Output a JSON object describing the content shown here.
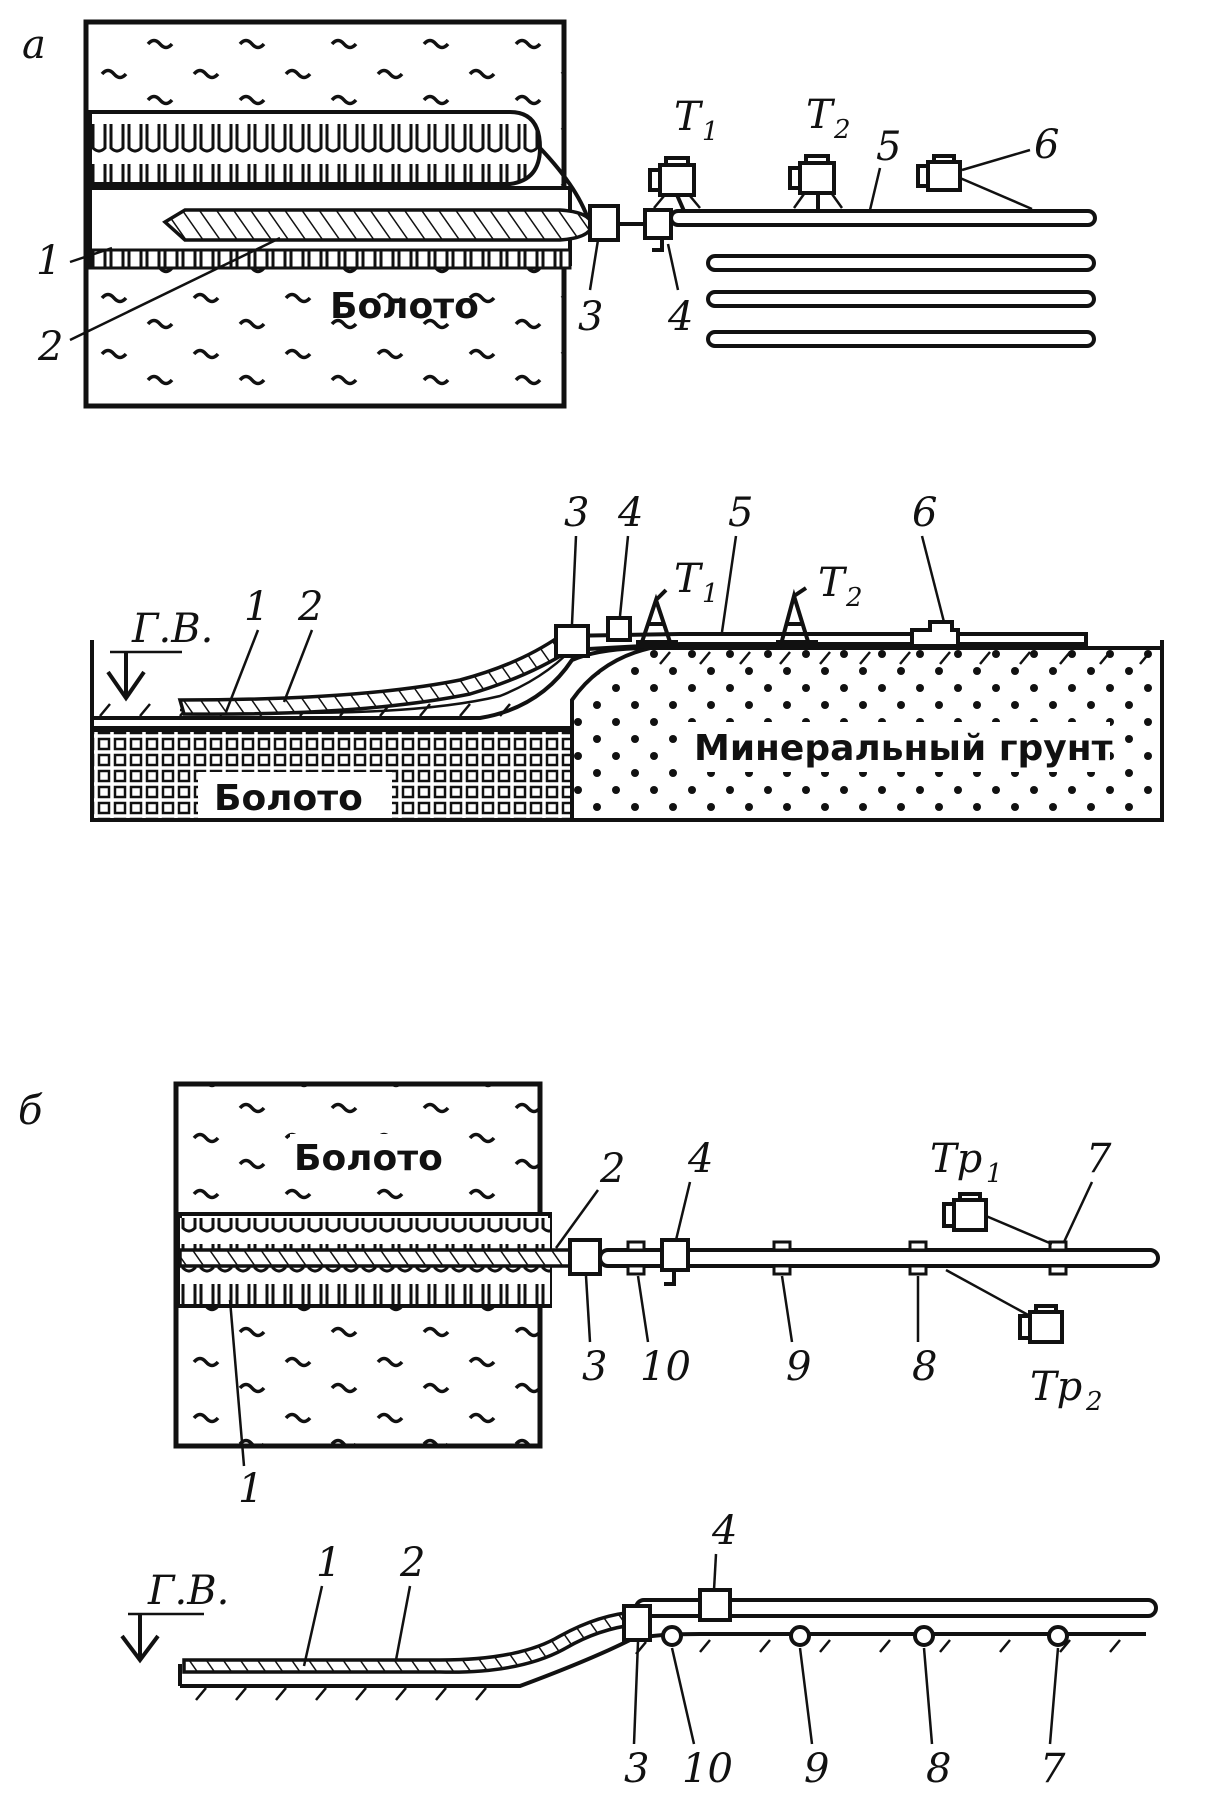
{
  "panels": {
    "a": {
      "letter": "а",
      "plan": {
        "swamp": "Болото",
        "labels": [
          "1",
          "2",
          "3",
          "4",
          "5",
          "6"
        ],
        "t1": "Т",
        "t1_sub": "1",
        "t2": "Т",
        "t2_sub": "2"
      },
      "section": {
        "gv": "Г.В.",
        "swamp": "Болото",
        "ground": "Минеральный грунт",
        "labels": [
          "1",
          "2",
          "3",
          "4",
          "5",
          "6"
        ],
        "t1": "Т",
        "t1_sub": "1",
        "t2": "Т",
        "t2_sub": "2"
      }
    },
    "b": {
      "letter": "б",
      "plan": {
        "swamp": "Болото",
        "labels": [
          "1",
          "2",
          "3",
          "4",
          "7",
          "8",
          "9",
          "10"
        ],
        "tr1": "Тр",
        "tr1_sub": "1",
        "tr2": "Тр",
        "tr2_sub": "2"
      },
      "section": {
        "gv": "Г.В.",
        "labels": [
          "1",
          "2",
          "3",
          "4",
          "7",
          "8",
          "9",
          "10"
        ]
      }
    }
  },
  "icons": [
    "tractor-icon",
    "roller-support-icon",
    "crane-icon"
  ]
}
